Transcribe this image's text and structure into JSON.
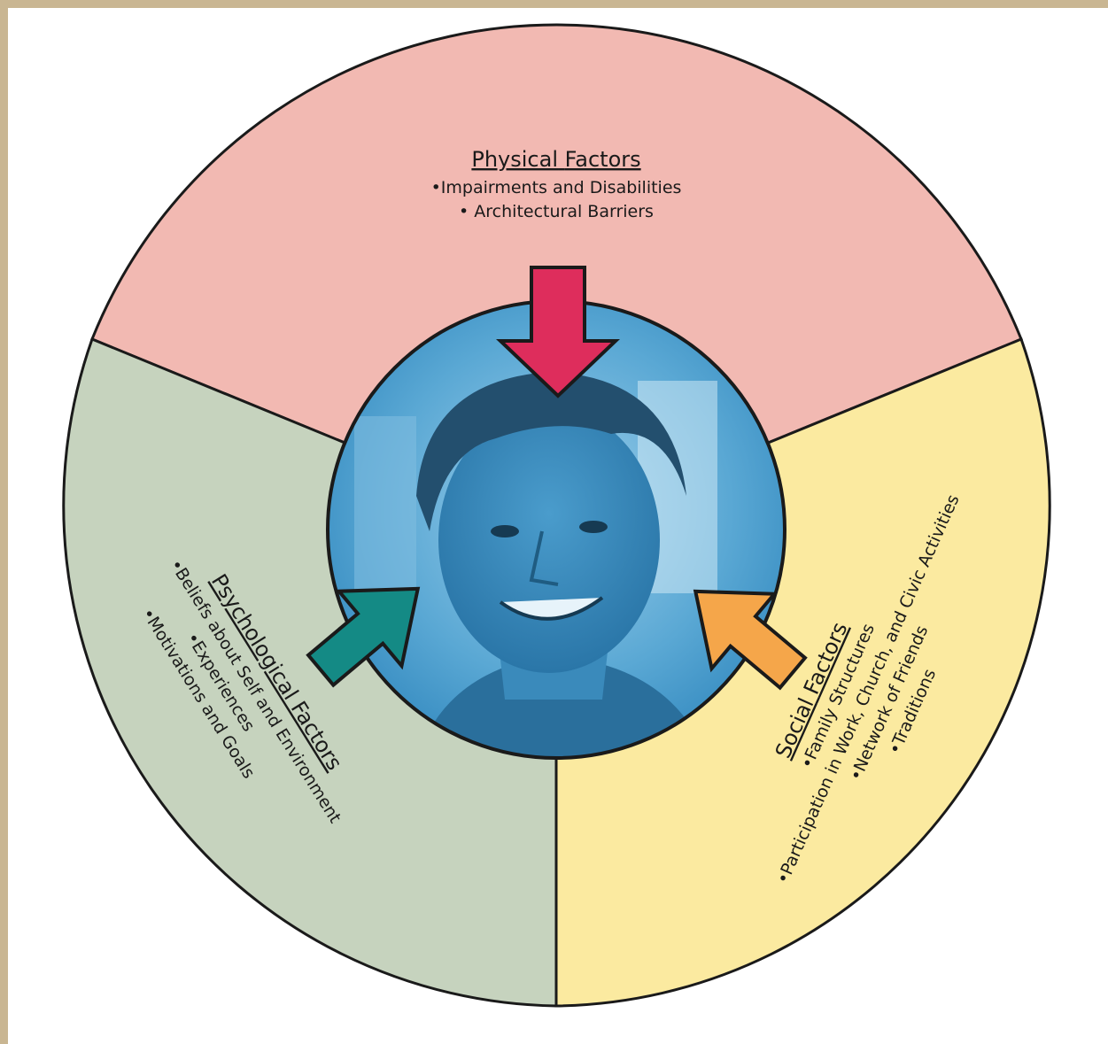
{
  "colors": {
    "frame": "#c9b692",
    "physical_segment": "#f2b9b2",
    "psychological_segment": "#c6d3be",
    "social_segment": "#fbeaa0",
    "photo_tint": "#3d93c6",
    "physical_arrow": "#de2d5c",
    "psychological_arrow": "#148a85",
    "social_arrow": "#f5a64a",
    "outline": "#1a1a1a"
  },
  "center": {
    "image": "person-photo"
  },
  "physical": {
    "title_word1": "Physical",
    "title_word2": "Factors",
    "items": [
      "•Impairments and Disabilities",
      "• Architectural Barriers"
    ],
    "arrow_icon": "arrow-down-icon"
  },
  "psychological": {
    "title": "Psychological Factors",
    "items": [
      "•Beliefs about Self and Environment",
      "•Experiences",
      "•Motivations and Goals"
    ],
    "arrow_icon": "arrow-icon"
  },
  "social": {
    "title_word1": "Social",
    "title_word2": "Factors",
    "items": [
      "•Family Structures",
      "•Participation in Work, Church, and Civic Activities",
      "•Network of Friends",
      "•Traditions"
    ],
    "arrow_icon": "arrow-icon"
  }
}
